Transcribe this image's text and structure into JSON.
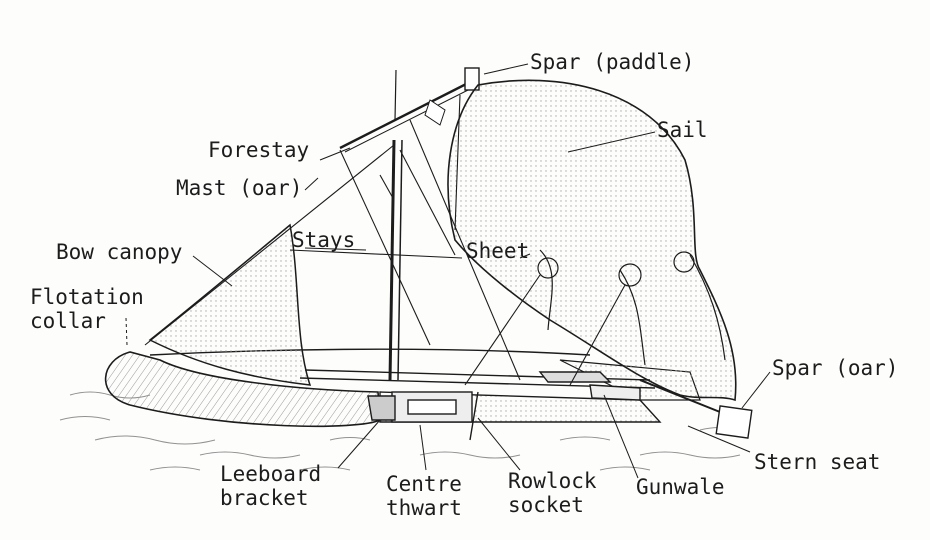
{
  "labels": {
    "spar_paddle": "Spar (paddle)",
    "sail": "Sail",
    "forestay": "Forestay",
    "mast_oar": "Mast (oar)",
    "stays": "Stays",
    "sheet": "Sheet",
    "bow_canopy": "Bow canopy",
    "flotation_collar_line1": "Flotation",
    "flotation_collar_line2": "collar",
    "spar_oar": "Spar (oar)",
    "stern_seat": "Stern seat",
    "leeboard_bracket_line1": "Leeboard",
    "leeboard_bracket_line2": "bracket",
    "centre_thwart_line1": "Centre",
    "centre_thwart_line2": "thwart",
    "rowlock_socket_line1": "Rowlock",
    "rowlock_socket_line2": "socket",
    "gunwale": "Gunwale"
  },
  "colors": {
    "ink": "#1c1c1c",
    "shade": "#8a8a8a",
    "paper": "#fdfdfc"
  }
}
